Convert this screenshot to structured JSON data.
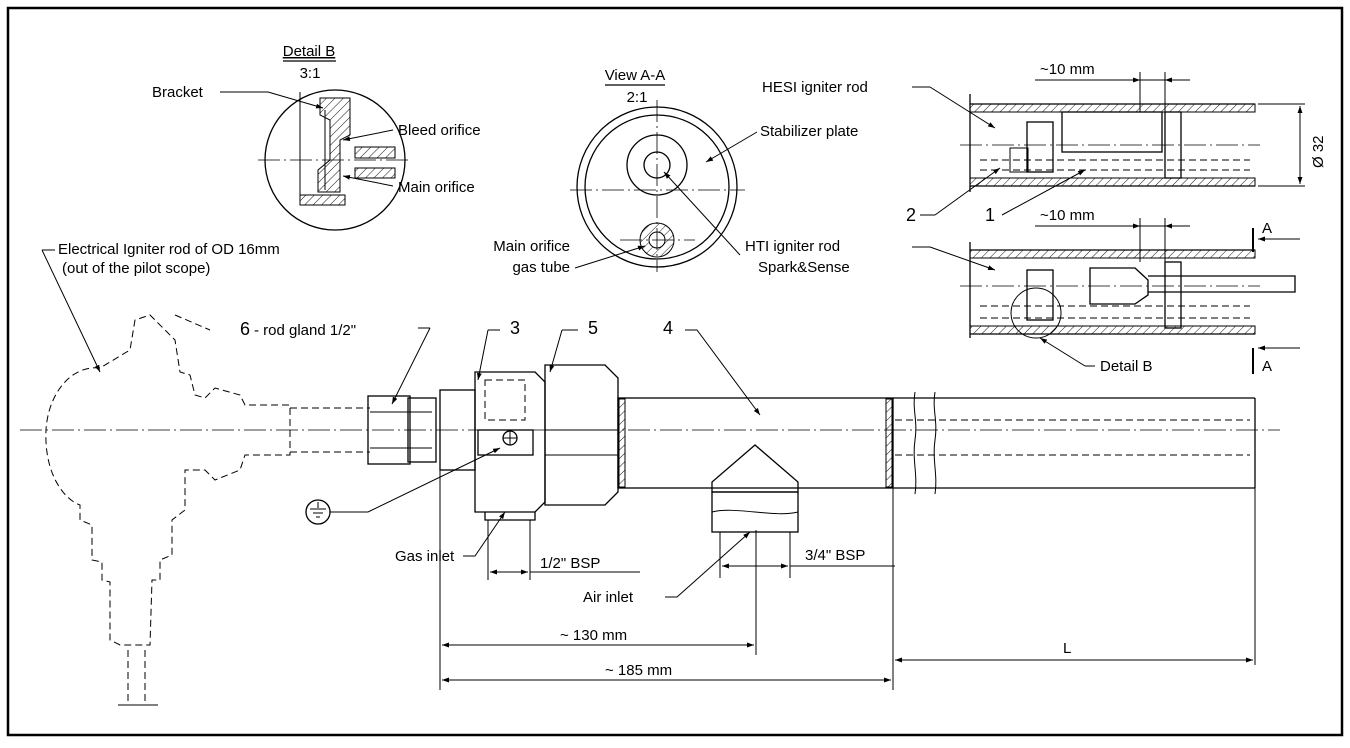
{
  "detail_b": {
    "title": "Detail B",
    "scale": "3:1",
    "bracket": "Bracket",
    "bleed": "Bleed orifice",
    "main": "Main orifice"
  },
  "view_aa": {
    "title": "View A-A",
    "scale": "2:1",
    "stabilizer": "Stabilizer plate",
    "main_orifice_line1": "Main orifice",
    "main_orifice_line2": "gas tube",
    "hti_line1": "HTI igniter rod",
    "hti_line2": "Spark&Sense"
  },
  "right_views": {
    "hesi": "HESI igniter rod",
    "dim_10_top": "~10 mm",
    "dim_10_bottom": "~10 mm",
    "dia": "Ø 32",
    "part1": "1",
    "part2": "2",
    "detail_b": "Detail B",
    "section_a_top": "A",
    "section_a_bottom": "A"
  },
  "main": {
    "electrical_line1": "Electrical Igniter rod of OD 16mm",
    "electrical_line2": "(out of the pilot scope)",
    "part6_num": "6",
    "part6_text": " - rod gland 1/2\"",
    "part3": "3",
    "part5": "5",
    "part4": "4",
    "gas_inlet": "Gas inlet",
    "bsp_half": "1/2\" BSP",
    "air_inlet": "Air inlet",
    "bsp_three_quarter": "3/4\" BSP",
    "dim_130": "~ 130 mm",
    "dim_185": "~ 185 mm",
    "dim_L": "L"
  },
  "colors": {
    "line": "#000000",
    "background": "#ffffff"
  }
}
